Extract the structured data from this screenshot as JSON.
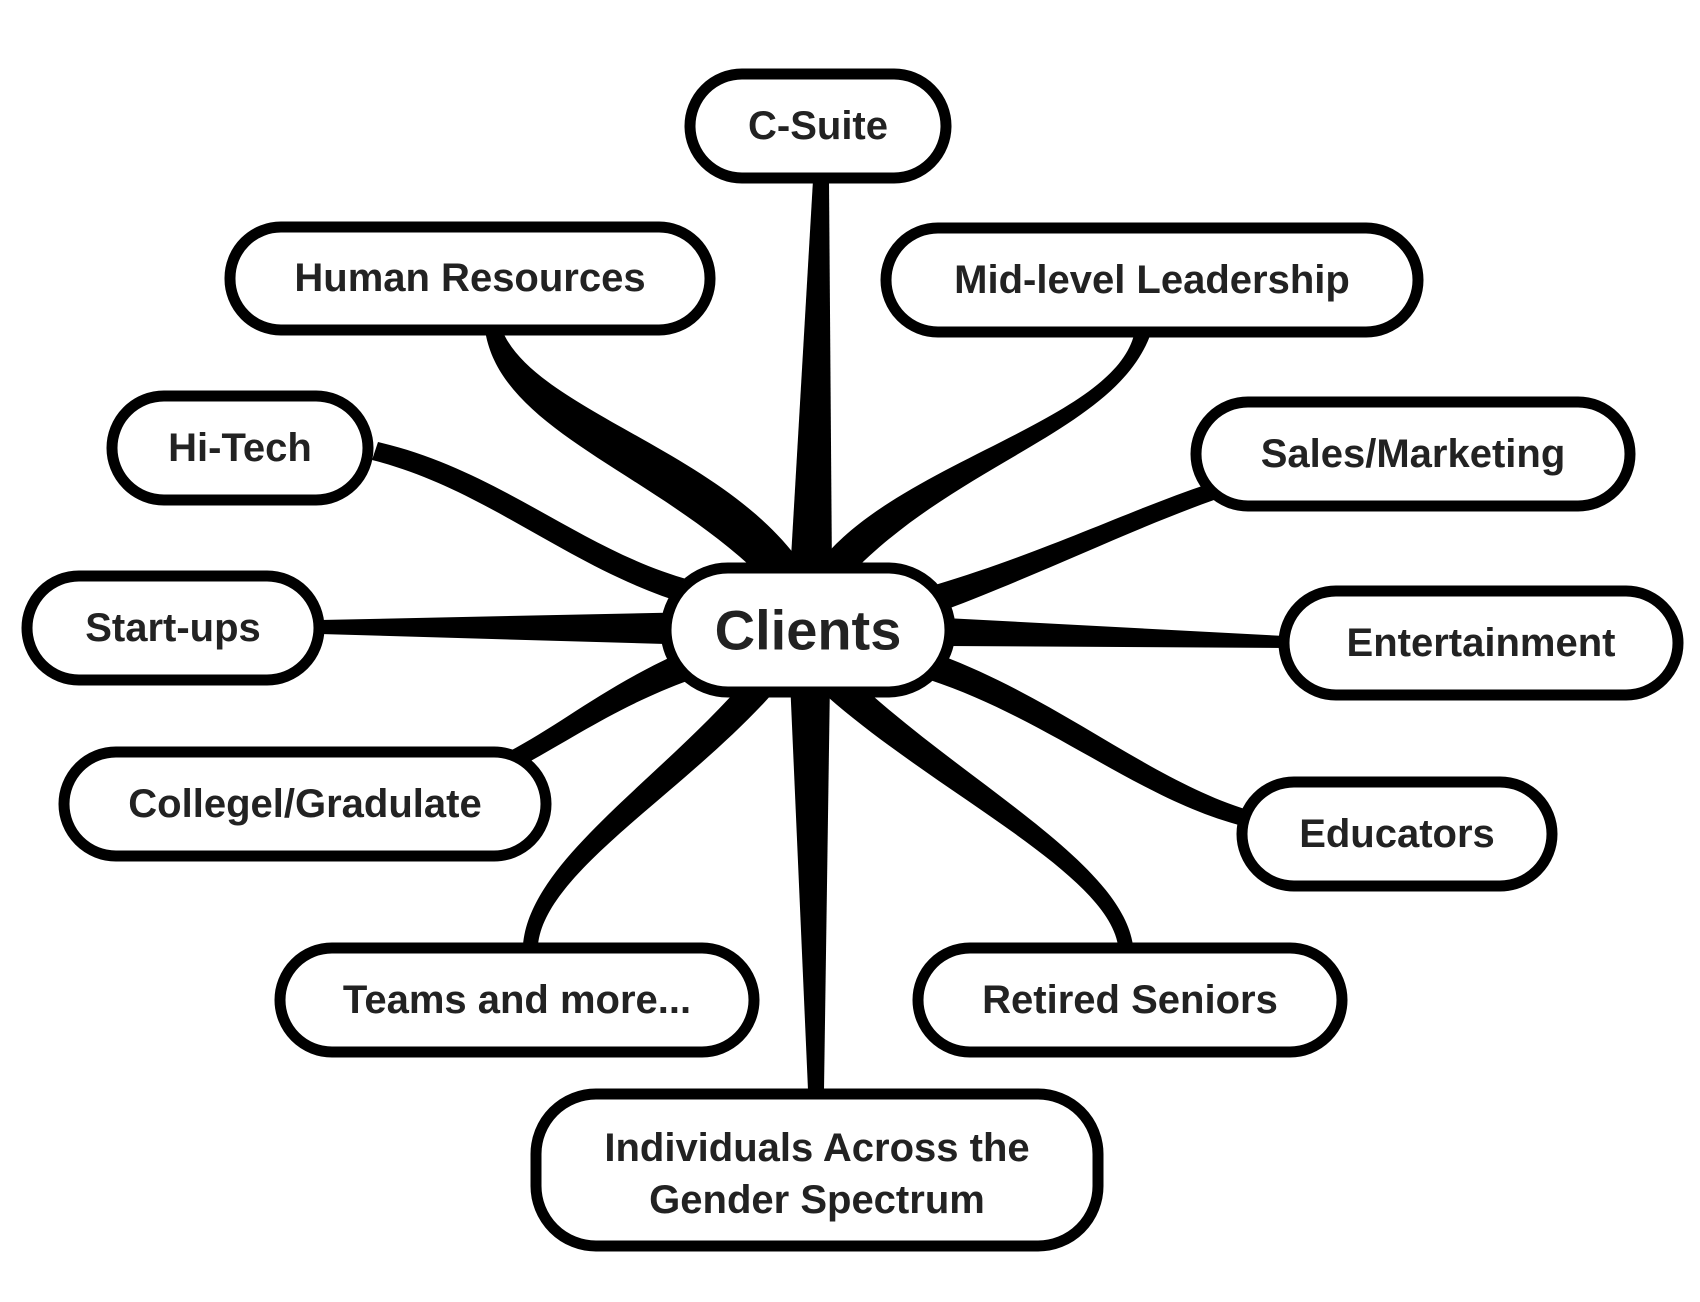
{
  "center": {
    "label": "Clients"
  },
  "nodes": [
    {
      "id": "c-suite",
      "label": "C-Suite"
    },
    {
      "id": "human-resources",
      "label": "Human Resources"
    },
    {
      "id": "mid-level-leadership",
      "label": "Mid-level Leadership"
    },
    {
      "id": "hi-tech",
      "label": "Hi-Tech"
    },
    {
      "id": "sales-marketing",
      "label": "Sales/Marketing"
    },
    {
      "id": "start-ups",
      "label": "Start-ups"
    },
    {
      "id": "entertainment",
      "label": "Entertainment"
    },
    {
      "id": "college-graduate",
      "label": "Collegel/Gradulate"
    },
    {
      "id": "educators",
      "label": "Educators"
    },
    {
      "id": "teams-and-more",
      "label": "Teams and more..."
    },
    {
      "id": "retired-seniors",
      "label": "Retired Seniors"
    },
    {
      "id": "individuals-gender",
      "label": "Individuals Across the",
      "label2": "Gender Spectrum"
    }
  ],
  "colors": {
    "line": "#000000",
    "text": "#222222",
    "box_fill": "#ffffff"
  }
}
